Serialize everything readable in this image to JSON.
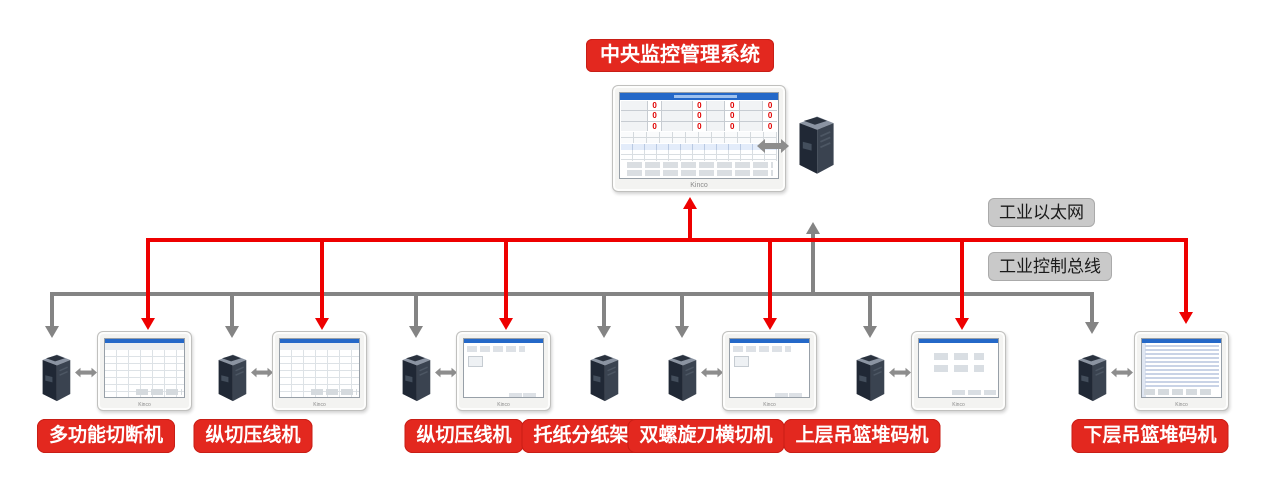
{
  "central": {
    "label": "中央监控管理系统",
    "stat_value": "0"
  },
  "bus_labels": {
    "ethernet": "工业以太网",
    "control": "工业控制总线"
  },
  "machines": [
    {
      "label": "多功能切断机",
      "has_hmi": true,
      "hmi_variant": "table"
    },
    {
      "label": "纵切压线机",
      "has_hmi": true,
      "hmi_variant": "table"
    },
    {
      "label": "纵切压线机",
      "has_hmi": true,
      "hmi_variant": "form"
    },
    {
      "label": "托纸分纸架",
      "has_hmi": false,
      "hmi_variant": "none"
    },
    {
      "label": "双螺旋刀横切机",
      "has_hmi": true,
      "hmi_variant": "form"
    },
    {
      "label": "上层吊篮堆码机",
      "has_hmi": true,
      "hmi_variant": "menu"
    },
    {
      "label": "下层吊篮堆码机",
      "has_hmi": true,
      "hmi_variant": "list"
    }
  ],
  "brand": "Kinco",
  "colors": {
    "label_red": "#e3281f",
    "ethernet_line_red": "#ee0000",
    "control_line_gray": "#848484",
    "bus_label_gray": "#c9c9c9",
    "hmi_titlebar_blue": "#2468c8"
  }
}
